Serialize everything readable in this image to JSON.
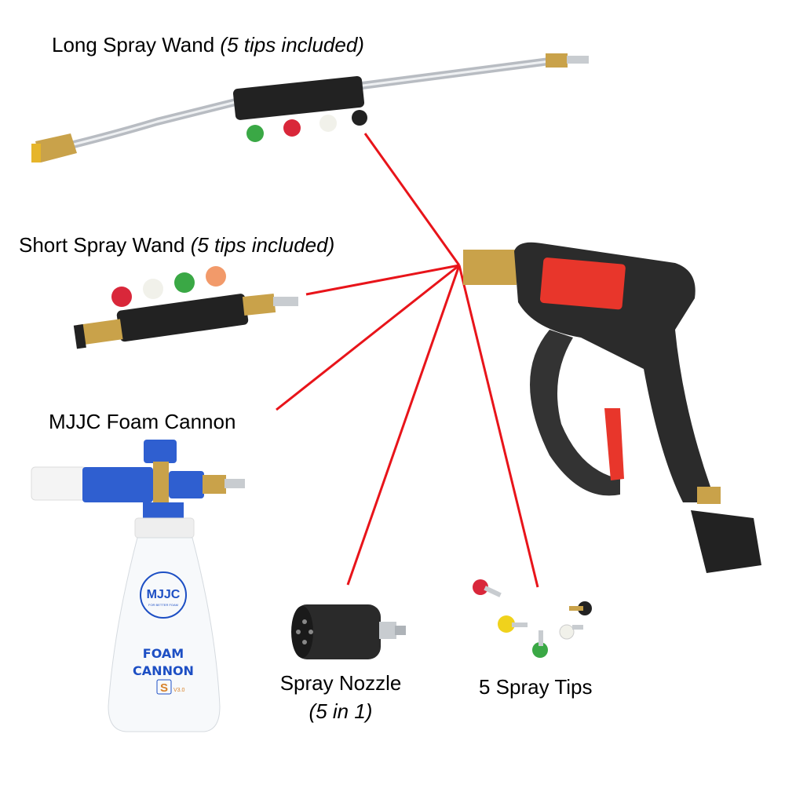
{
  "labels": {
    "long_wand": {
      "name": "Long Spray Wand",
      "note": "(5 tips included)"
    },
    "short_wand": {
      "name": "Short Spray Wand",
      "note": "(5 tips included)"
    },
    "foam_cannon": {
      "name": "MJJC Foam Cannon"
    },
    "spray_nozzle": {
      "name": "Spray Nozzle",
      "note": "(5 in 1)"
    },
    "spray_tips": {
      "name": "5 Spray Tips"
    }
  },
  "bottle": {
    "brand": "MJJC",
    "slogan": "FOR BETTER FOAM",
    "line1": "FOAM",
    "line2": "CANNON",
    "size": "S",
    "version": "V3.0"
  },
  "colors": {
    "connector": "#e8141a",
    "brand_blue": "#1d4fc4",
    "trigger_red": "#e8362b",
    "brass": "#c9a24a"
  }
}
